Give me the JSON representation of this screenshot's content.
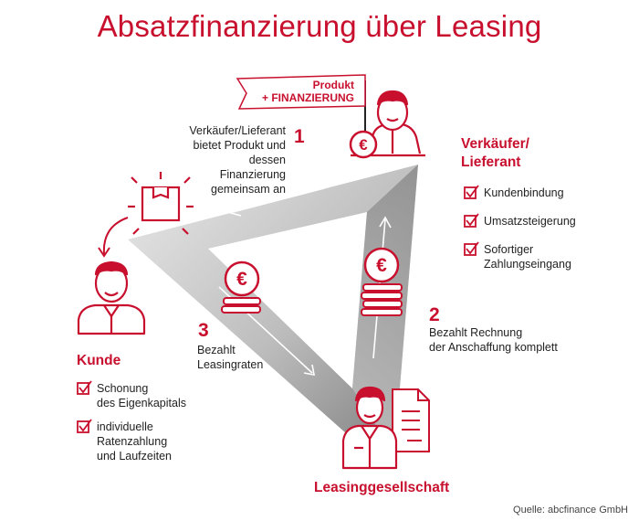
{
  "title": "Absatzfinanzierung über Leasing",
  "flag": {
    "line1": "Produkt",
    "line2": "+ FINANZIERUNG"
  },
  "steps": [
    {
      "number": "1",
      "text": [
        "Verkäufer/Lieferant",
        "bietet Produkt und",
        "dessen Finanzierung",
        "gemeinsam an"
      ]
    },
    {
      "number": "2",
      "text": [
        "Bezahlt Rechnung",
        "der Anschaffung komplett"
      ]
    },
    {
      "number": "3",
      "text": [
        "Bezahlt",
        "Leasingraten"
      ]
    }
  ],
  "seller": {
    "heading": [
      "Verkäufer/",
      "Lieferant"
    ],
    "benefits": [
      [
        "Kundenbindung"
      ],
      [
        "Umsatzsteigerung"
      ],
      [
        "Sofortiger",
        "Zahlungseingang"
      ]
    ]
  },
  "customer": {
    "heading": "Kunde",
    "benefits": [
      [
        "Schonung",
        "des Eigenkapitals"
      ],
      [
        "individuelle",
        "Ratenzahlung",
        "und Laufzeiten"
      ]
    ]
  },
  "leasing_company": {
    "label": "Leasinggesellschaft"
  },
  "source": "Quelle: abcfinance GmbH",
  "colors": {
    "accent": "#c8102e",
    "road": "#b5b5b5",
    "road_dark": "#8c8c8c"
  },
  "icons": [
    "euro-coin-icon",
    "box-icon",
    "document-icon",
    "checkbox-icon",
    "flag-icon",
    "arrow-icon"
  ]
}
